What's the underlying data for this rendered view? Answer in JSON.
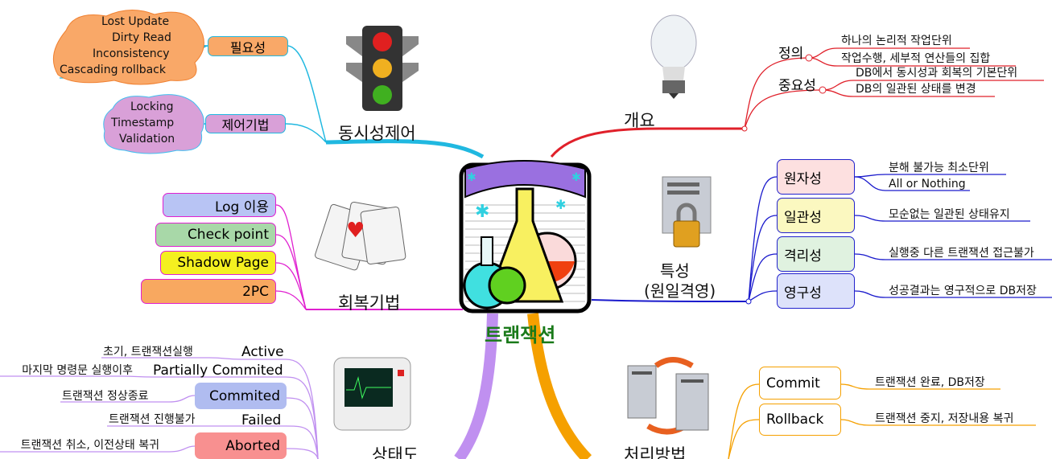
{
  "center": {
    "label": "트랜잭션"
  },
  "colors": {
    "overview": "#e0202a",
    "acid": "#1a1acc",
    "concurrency": "#20b8e0",
    "recovery": "#e020d0",
    "state": "#c090f0",
    "processing": "#f5a000",
    "center_label": "#1a7a1a"
  },
  "concurrency": {
    "label": "동시성제어",
    "need": {
      "label": "필요성",
      "items": [
        "Lost Update",
        "Dirty Read",
        "Inconsistency",
        "Cascading rollback"
      ]
    },
    "methods": {
      "label": "제어기법",
      "items": [
        "Locking",
        "Timestamp",
        "Validation"
      ]
    }
  },
  "overview": {
    "label": "개요",
    "definition": {
      "label": "정의",
      "items": [
        "하나의 논리적 작업단위",
        "작업수행, 세부적 연산들의 집합"
      ]
    },
    "importance": {
      "label": "중요성",
      "items": [
        "DB에서 동시성과 회복의 기본단위",
        "DB의 일관된 상태를 변경"
      ]
    }
  },
  "acid": {
    "label_line1": "특성",
    "label_line2": "(원일격영)",
    "items": [
      {
        "label": "원자성",
        "details": [
          "분해 불가능 최소단위",
          "All or Nothing"
        ],
        "color": "#fde0e0"
      },
      {
        "label": "일관성",
        "details": [
          "모순없는 일관된 상태유지"
        ],
        "color": "#fbf8c0"
      },
      {
        "label": "격리성",
        "details": [
          "실행중 다른 트랜잭션 접근불가"
        ],
        "color": "#e0f2e0"
      },
      {
        "label": "영구성",
        "details": [
          "성공결과는 영구적으로 DB저장"
        ],
        "color": "#dde2fa"
      }
    ]
  },
  "recovery": {
    "label": "회복기법",
    "items": [
      {
        "label": "Log 이용",
        "color": "#b8c4f4"
      },
      {
        "label": "Check point",
        "color": "#a8d8a8"
      },
      {
        "label": "Shadow Page",
        "color": "#f4f020"
      },
      {
        "label": "2PC",
        "color": "#f8a860"
      }
    ]
  },
  "state": {
    "label": "상태도",
    "items": [
      {
        "label": "Active",
        "detail": "초기, 트랜잭션실행"
      },
      {
        "label": "Partially Commited",
        "detail": "마지막 명령문 실행이후"
      },
      {
        "label": "Commited",
        "detail": "트랜잭션 정상종료",
        "color": "#b0bcf0"
      },
      {
        "label": "Failed",
        "detail": "트랜잭션 진행불가"
      },
      {
        "label": "Aborted",
        "detail": "트랜잭션 취소, 이전상태 복귀",
        "color": "#f89090"
      }
    ]
  },
  "processing": {
    "label": "처리방법",
    "items": [
      {
        "label": "Commit",
        "detail": "트랜잭션 완료, DB저장"
      },
      {
        "label": "Rollback",
        "detail": "트랜잭션 중지, 저장내용 복귀"
      }
    ]
  }
}
